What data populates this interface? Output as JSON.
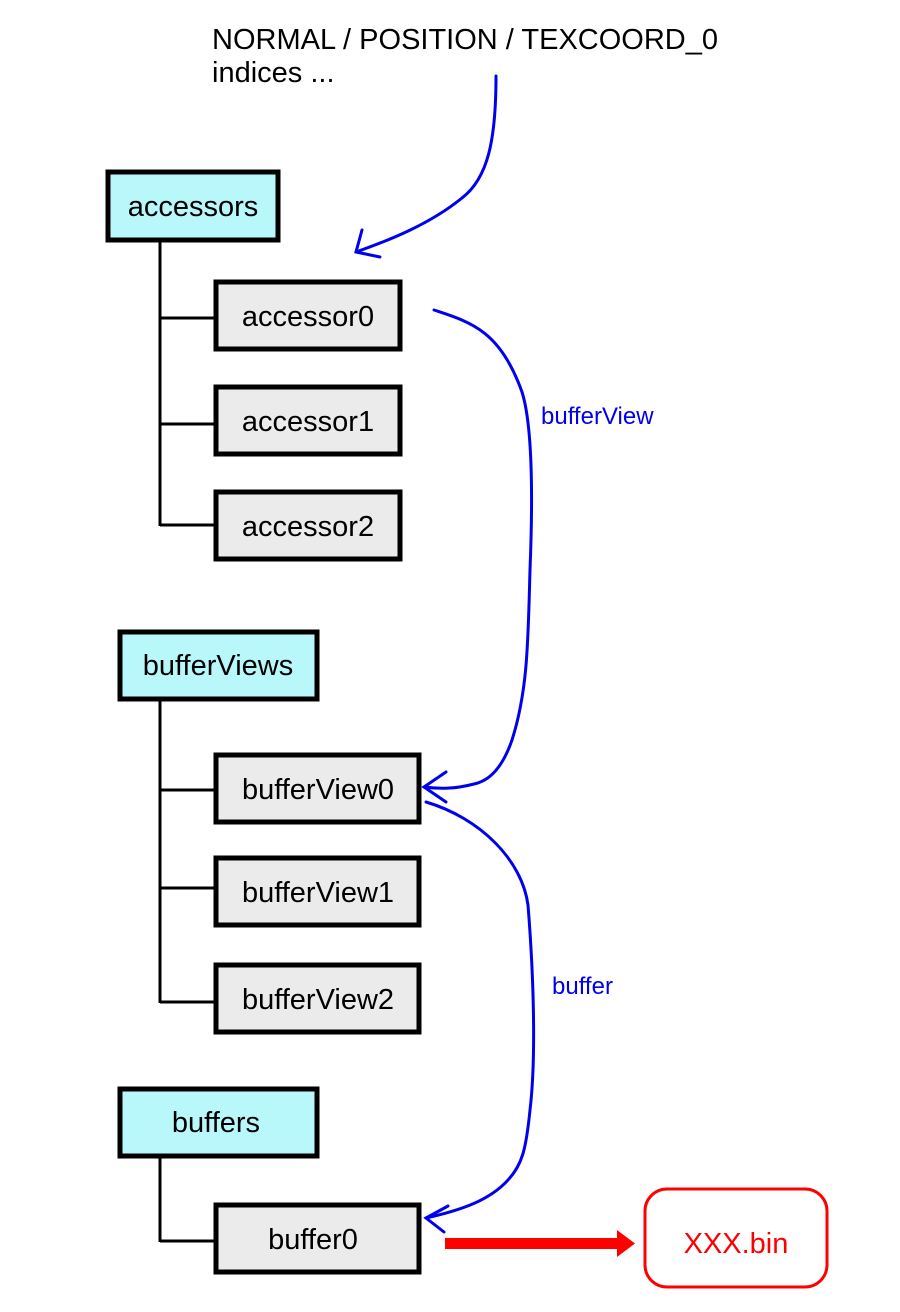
{
  "header": {
    "line1": "NORMAL / POSITION / TEXCOORD_0",
    "line2": "indices ..."
  },
  "groups": {
    "accessors": {
      "label": "accessors",
      "items": [
        "accessor0",
        "accessor1",
        "accessor2"
      ]
    },
    "bufferViews": {
      "label": "bufferViews",
      "items": [
        "bufferView0",
        "bufferView1",
        "bufferView2"
      ]
    },
    "buffers": {
      "label": "buffers",
      "items": [
        "buffer0"
      ]
    }
  },
  "edges": {
    "bufferView_label": "bufferView",
    "buffer_label": "buffer"
  },
  "file": {
    "label": "XXX.bin"
  },
  "colors": {
    "group_fill": "#b8f8fb",
    "item_fill": "#ebebeb",
    "border": "#000000",
    "link": "#0000ee",
    "file": "#ff0000"
  }
}
